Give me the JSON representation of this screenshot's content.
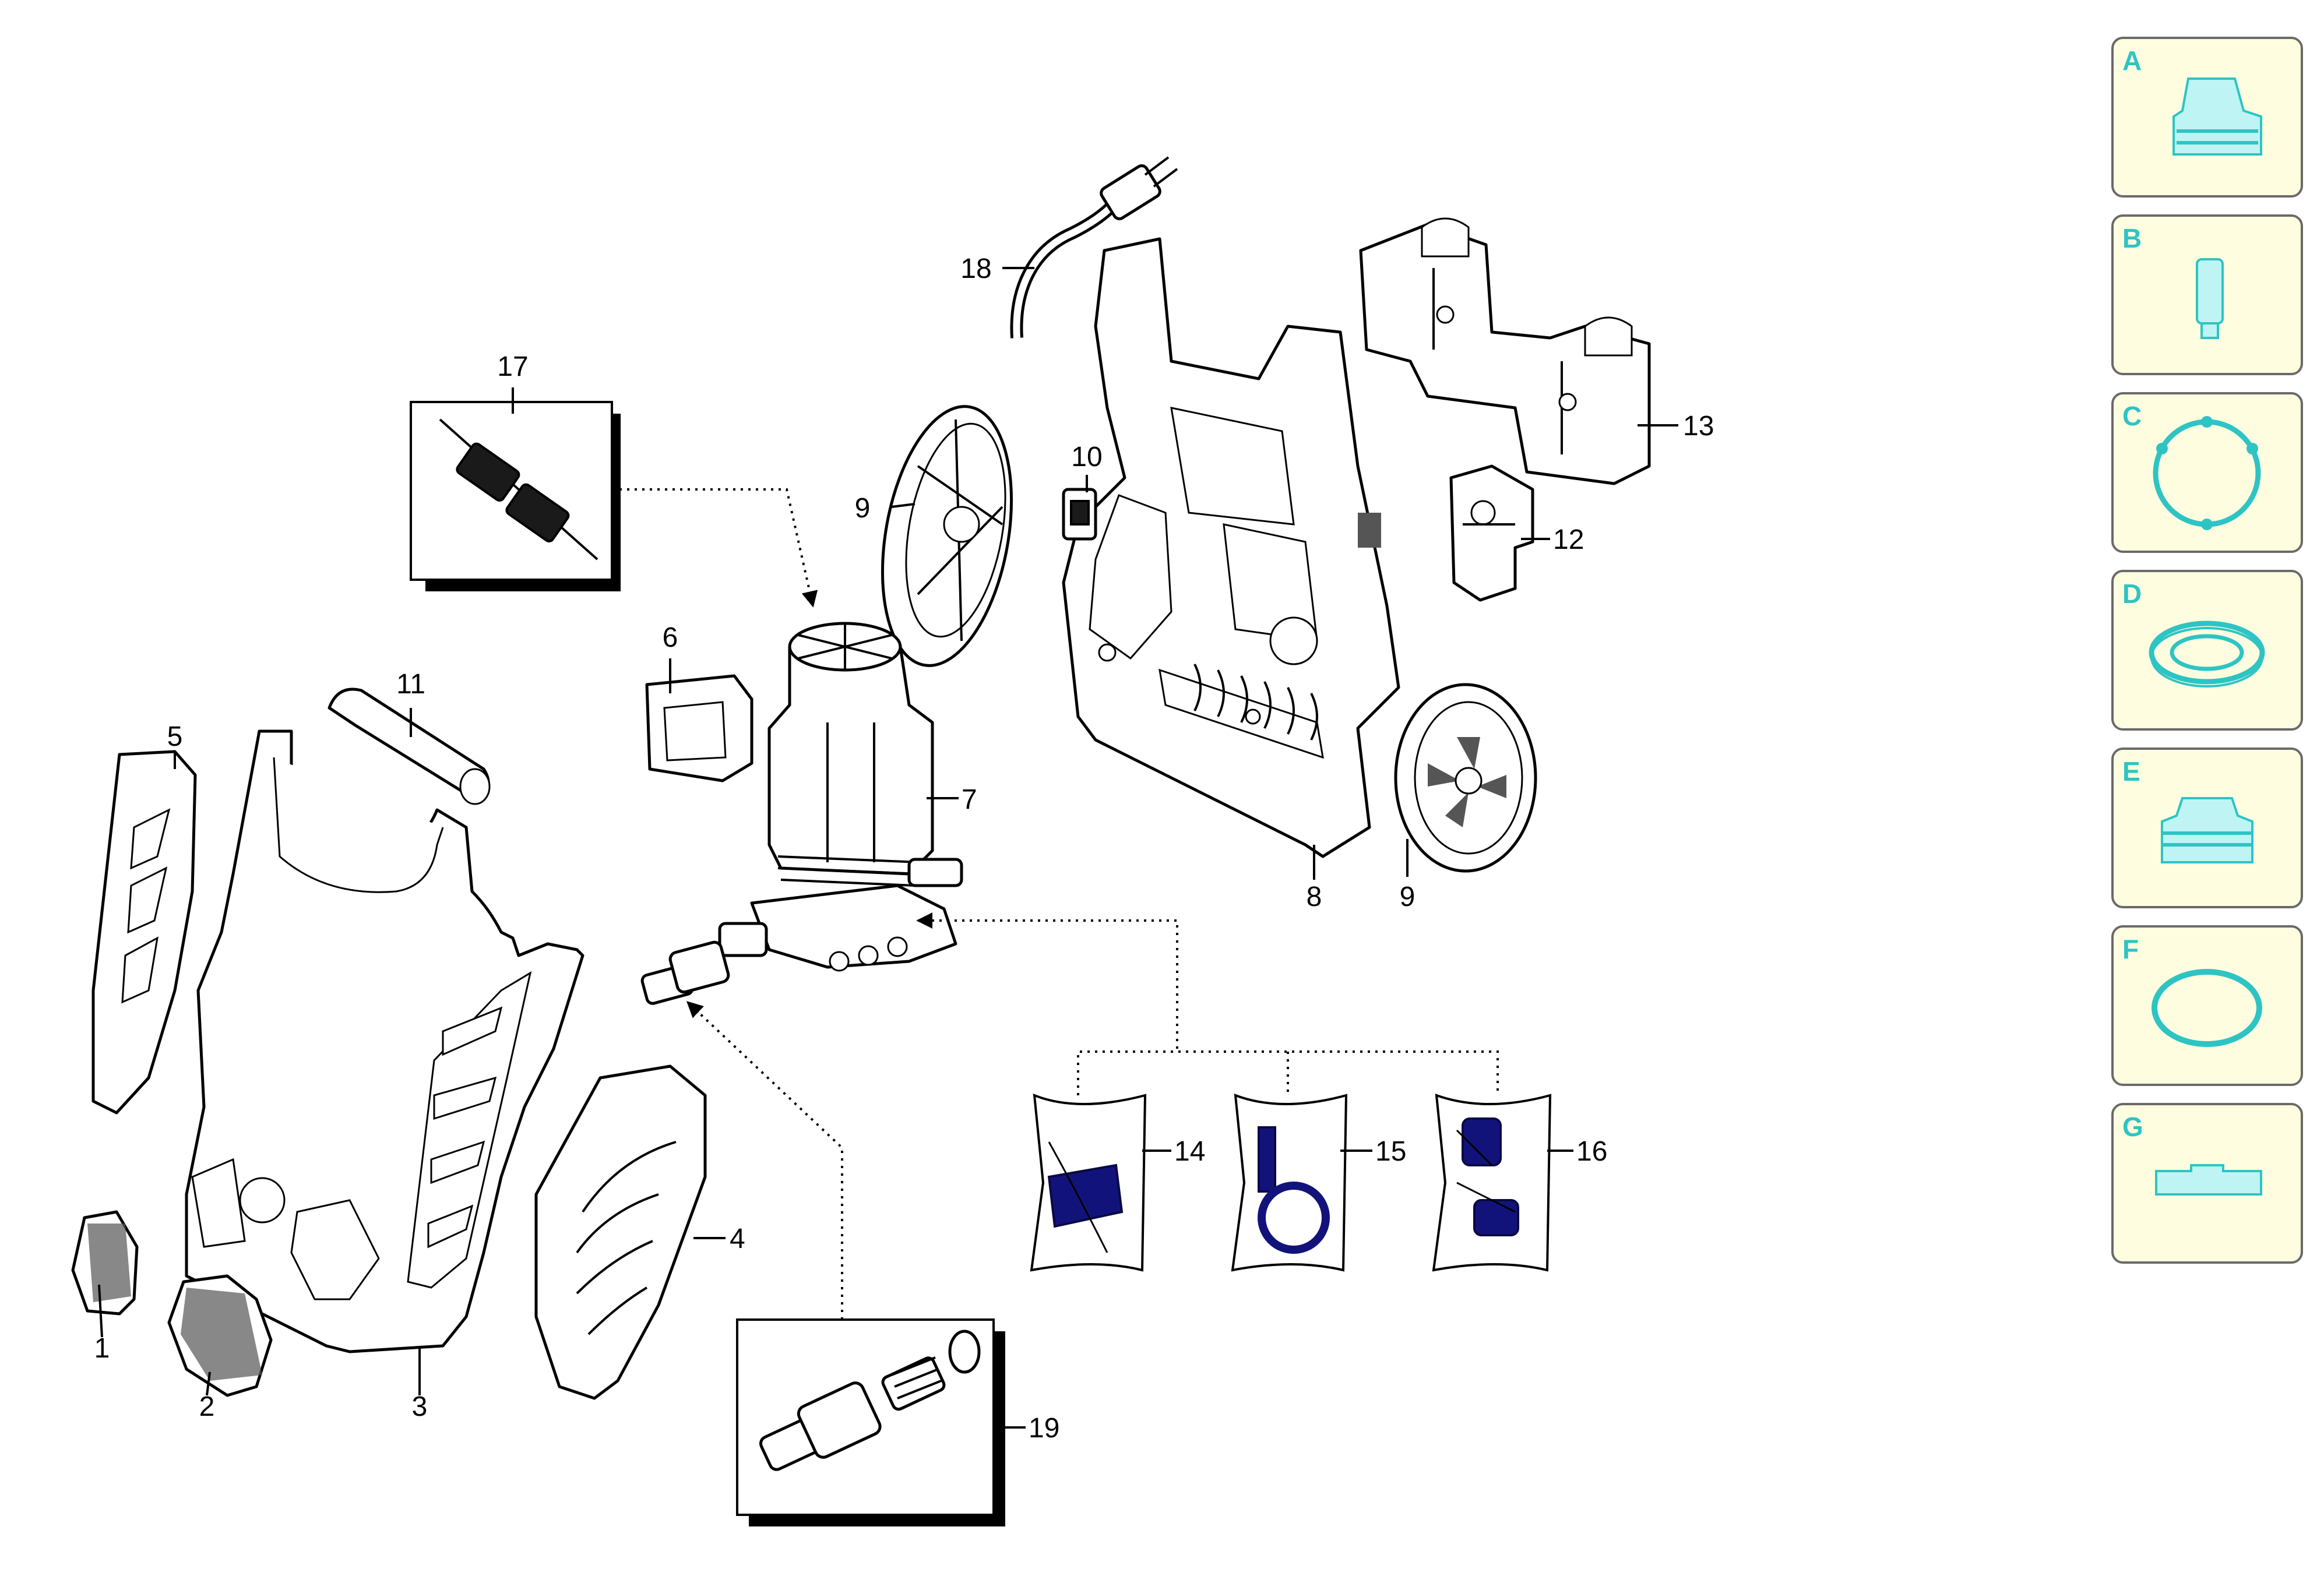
{
  "diagram": {
    "callouts": [
      "1",
      "2",
      "3",
      "4",
      "5",
      "6",
      "7",
      "8",
      "9",
      "9",
      "10",
      "11",
      "12",
      "13",
      "14",
      "15",
      "16",
      "17",
      "18",
      "19"
    ],
    "legend_tiles": [
      {
        "letter": "A",
        "icon": "coupling-icon"
      },
      {
        "letter": "B",
        "icon": "filter-cartridge-icon"
      },
      {
        "letter": "C",
        "icon": "gasket-icon"
      },
      {
        "letter": "D",
        "icon": "seal-ring-icon"
      },
      {
        "letter": "E",
        "icon": "valve-cap-icon"
      },
      {
        "letter": "F",
        "icon": "o-ring-icon"
      },
      {
        "letter": "G",
        "icon": "bracket-icon"
      }
    ],
    "colors": {
      "tile_background": "#fffde0",
      "tile_border": "#6a6a6a",
      "tile_accent": "#2ec4c4",
      "kit_parts": "#12137a"
    }
  }
}
